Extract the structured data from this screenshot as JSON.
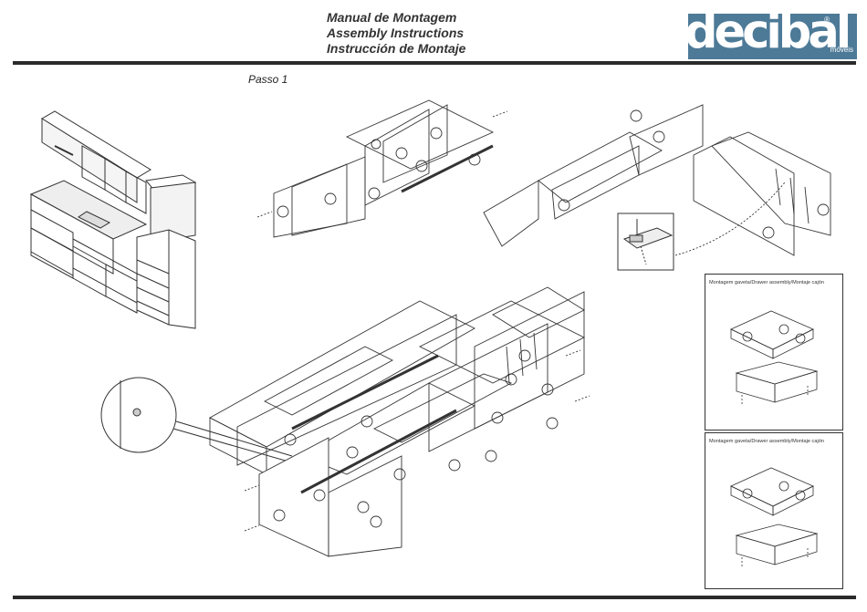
{
  "header": {
    "titles": [
      "Manual de Montagem",
      "Assembly Instructions",
      "Instrucción de Montaje"
    ]
  },
  "logo": {
    "brand": "decibal",
    "registered": "®",
    "subtitle": "móveis",
    "color": "#4d7a97"
  },
  "step_label": "Passo 1",
  "insets": [
    {
      "caption": "Montagem gaveta/Drawer assembly/Montaje cajón"
    },
    {
      "caption": "Montagem gaveta/Drawer assembly/Montaje cajón"
    }
  ]
}
